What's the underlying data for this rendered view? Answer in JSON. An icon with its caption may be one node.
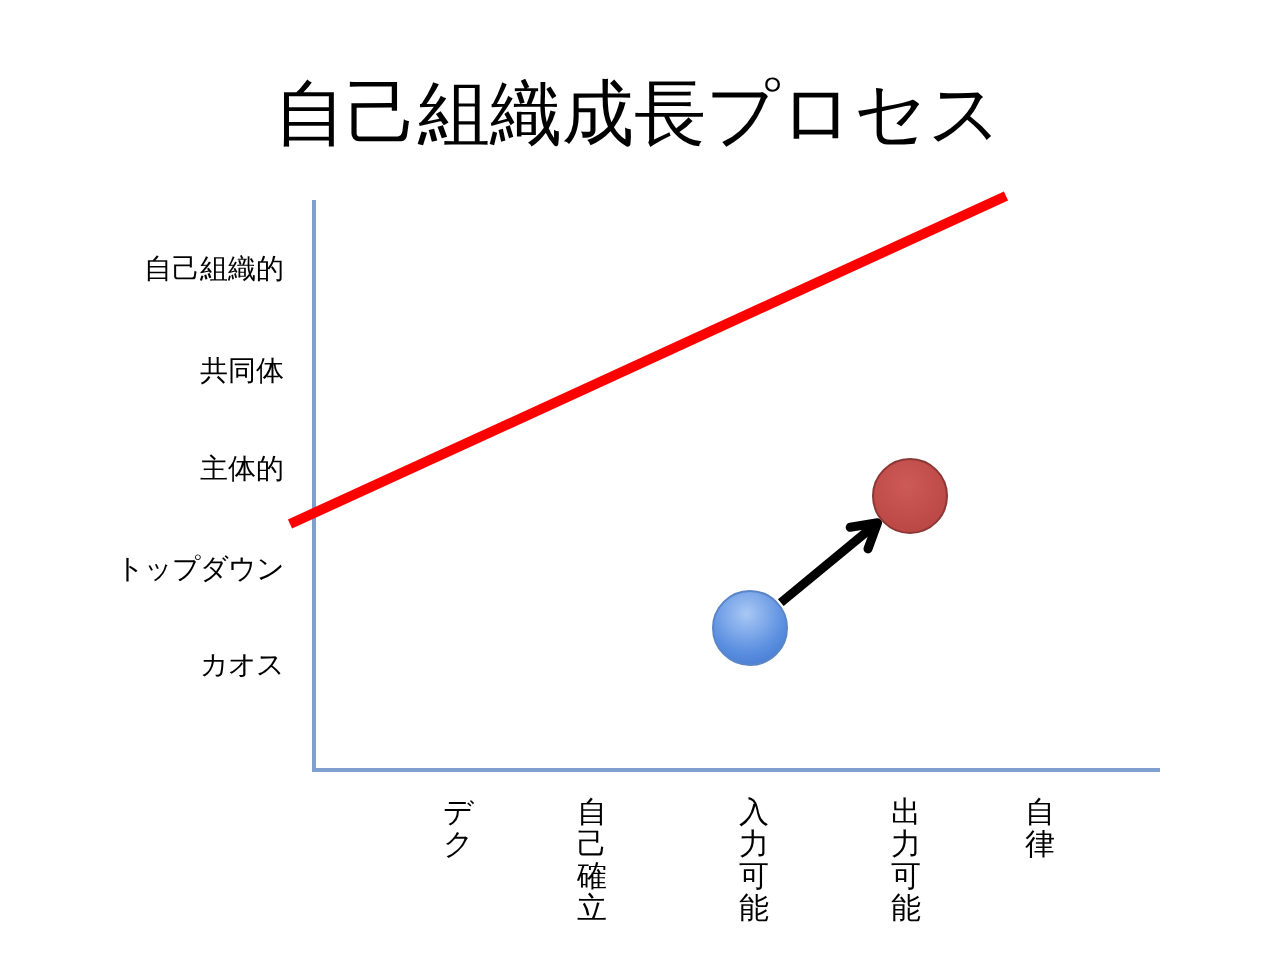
{
  "diagram": {
    "title": "自己組織成長プロセス",
    "nodes": [
      {
        "text": [],
        "shape": "circle"
      },
      {
        "text": [],
        "shape": "circle"
      }
    ],
    "edges": [
      {
        "from": 0,
        "to": 1,
        "arrow": "to"
      }
    ],
    "labels": [
      "自己組織的",
      "共同体",
      "主体的",
      "トップダウン",
      "カオス",
      "デク",
      "自己確立",
      "入力可能",
      "出力可能",
      "自律"
    ]
  }
}
